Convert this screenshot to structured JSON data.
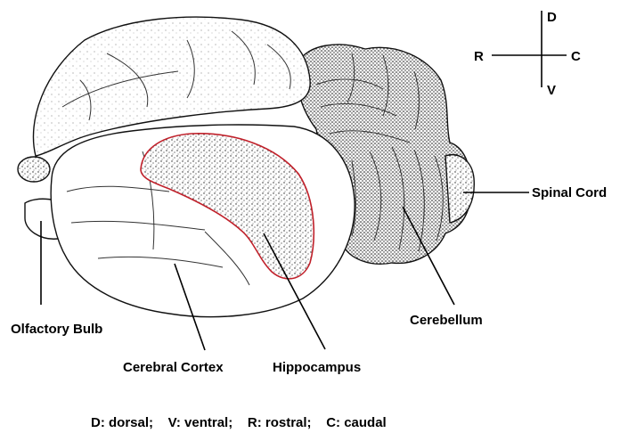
{
  "orientation": {
    "dorsal": "D",
    "ventral": "V",
    "rostral": "R",
    "caudal": "C"
  },
  "labels": {
    "spinal_cord": "Spinal Cord",
    "olfactory_bulb": "Olfactory Bulb",
    "cerebellum": "Cerebellum",
    "cerebral_cortex": "Cerebral Cortex",
    "hippocampus": "Hippocampus"
  },
  "legend_text": "D: dorsal;    V: ventral;    R: rostral;    C: caudal",
  "colors": {
    "hippocampus_outline": "#c0202a",
    "ink": "#000000"
  }
}
